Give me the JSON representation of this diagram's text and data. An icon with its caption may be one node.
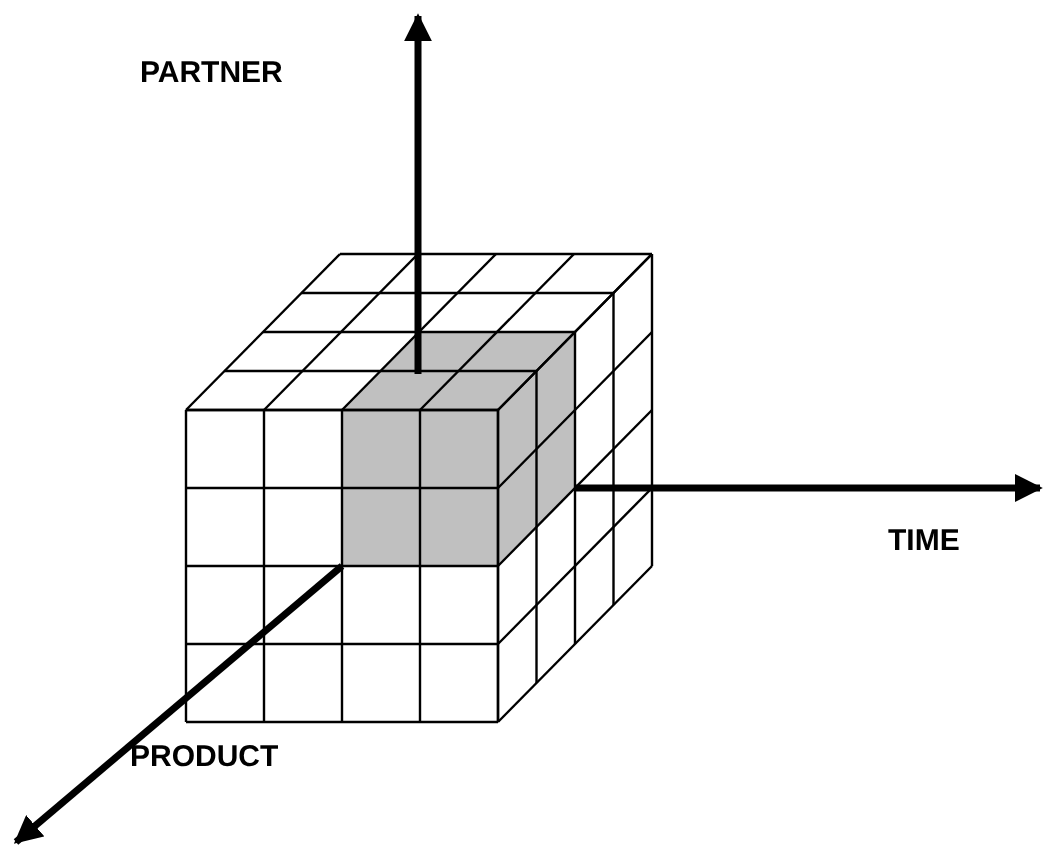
{
  "diagram": {
    "labels": [
      "PARTNER",
      "TIME",
      "PRODUCT"
    ]
  }
}
